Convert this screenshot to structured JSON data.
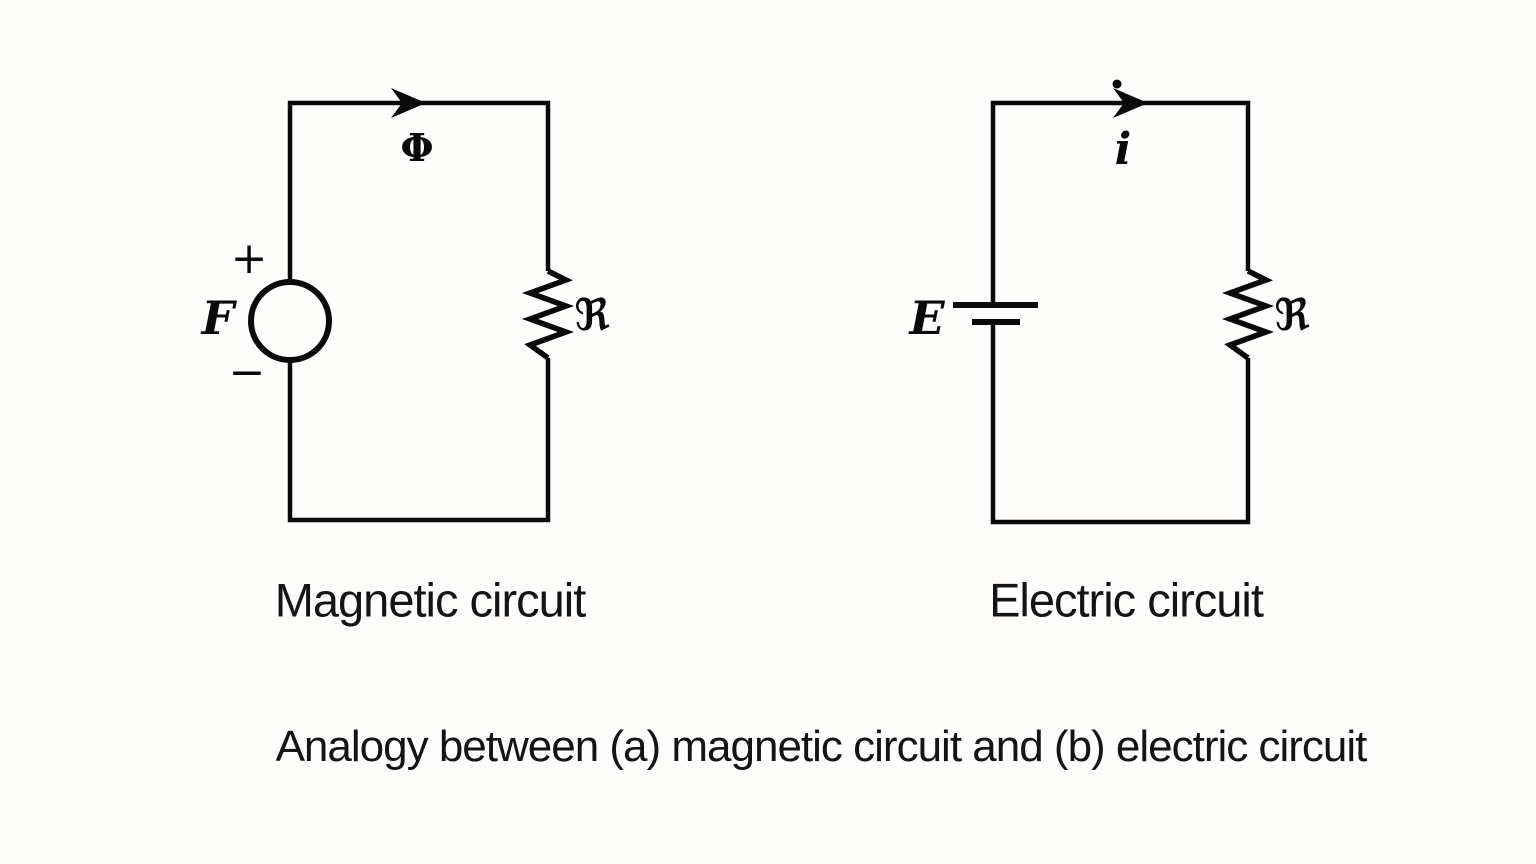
{
  "figure": {
    "background": "#fffefc",
    "line_color": "#0a0a0a",
    "main_caption": "Analogy between (a) magnetic circuit and (b) electric circuit"
  },
  "magnetic_circuit": {
    "caption": "Magnetic circuit",
    "source_label": "F",
    "source_plus": "+",
    "source_minus": "−",
    "flux_label": "Φ",
    "reluctance_label": "ℜ"
  },
  "electric_circuit": {
    "caption": "Electric circuit",
    "source_label": "E",
    "current_label": "i",
    "resistance_label": "ℜ"
  }
}
